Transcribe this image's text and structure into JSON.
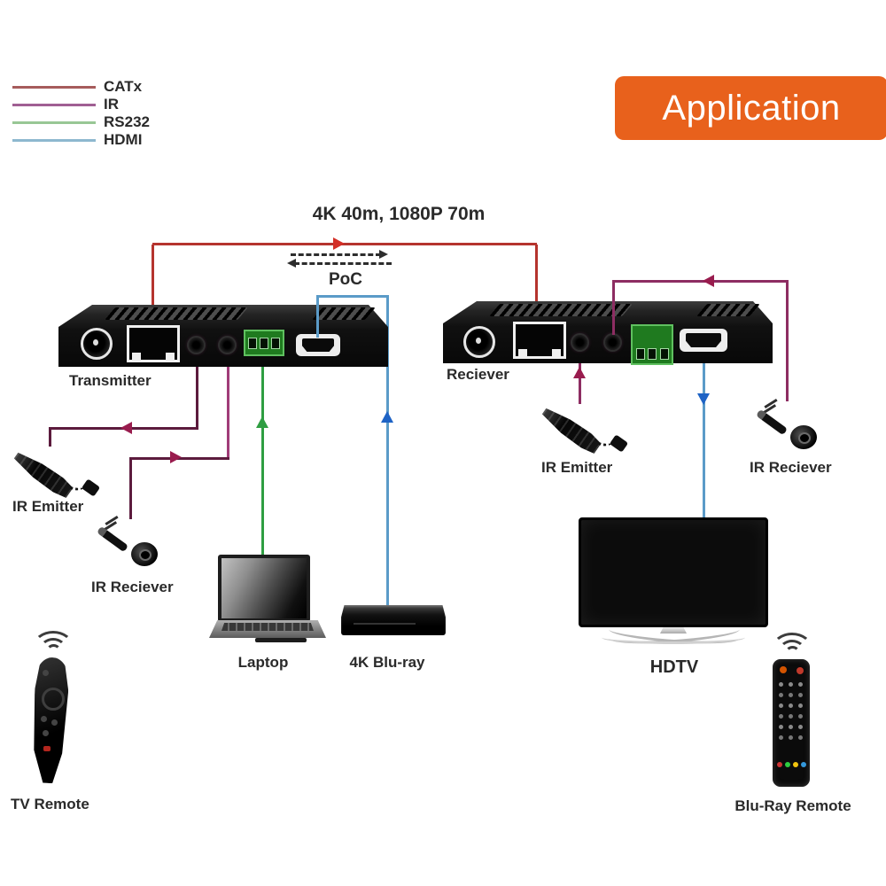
{
  "banner": {
    "label": "Application",
    "bg_color": "#e8611c"
  },
  "legend": {
    "items": [
      {
        "label": "CATx",
        "color": "#a65c5c"
      },
      {
        "label": "IR",
        "color": "#a05f93"
      },
      {
        "label": "RS232",
        "color": "#98c795"
      },
      {
        "label": "HDMI",
        "color": "#8db8cf"
      }
    ]
  },
  "link": {
    "distance_label": "4K 40m, 1080P 70m",
    "poc_label": "PoC"
  },
  "devices": {
    "transmitter": {
      "label": "Transmitter"
    },
    "receiver": {
      "label": "Reciever"
    }
  },
  "endpoints": {
    "ir_emitter_left": {
      "label": "IR Emitter"
    },
    "ir_receiver_left": {
      "label": "IR Reciever"
    },
    "laptop": {
      "label": "Laptop"
    },
    "bluray": {
      "label": "4K Blu-ray"
    },
    "ir_emitter_right": {
      "label": "IR Emitter"
    },
    "ir_receiver_right": {
      "label": "IR Reciever"
    },
    "hdtv": {
      "label": "HDTV"
    },
    "tv_remote": {
      "label": "TV Remote"
    },
    "bluray_remote": {
      "label": "Blu-Ray Remote"
    }
  },
  "connection_colors": {
    "catx": "#b5342e",
    "catx_arrow": "#d32f27",
    "ir": "#5c1b3d",
    "ir_bright": "#a03c78",
    "ir_mid": "#8d2d62",
    "ir_arrow": "#991c4e",
    "rs232": "#2f9e42",
    "hdmi": "#5b9bc8",
    "hdmi_arrow": "#1e63c5",
    "poc": "#2d2d2d"
  }
}
